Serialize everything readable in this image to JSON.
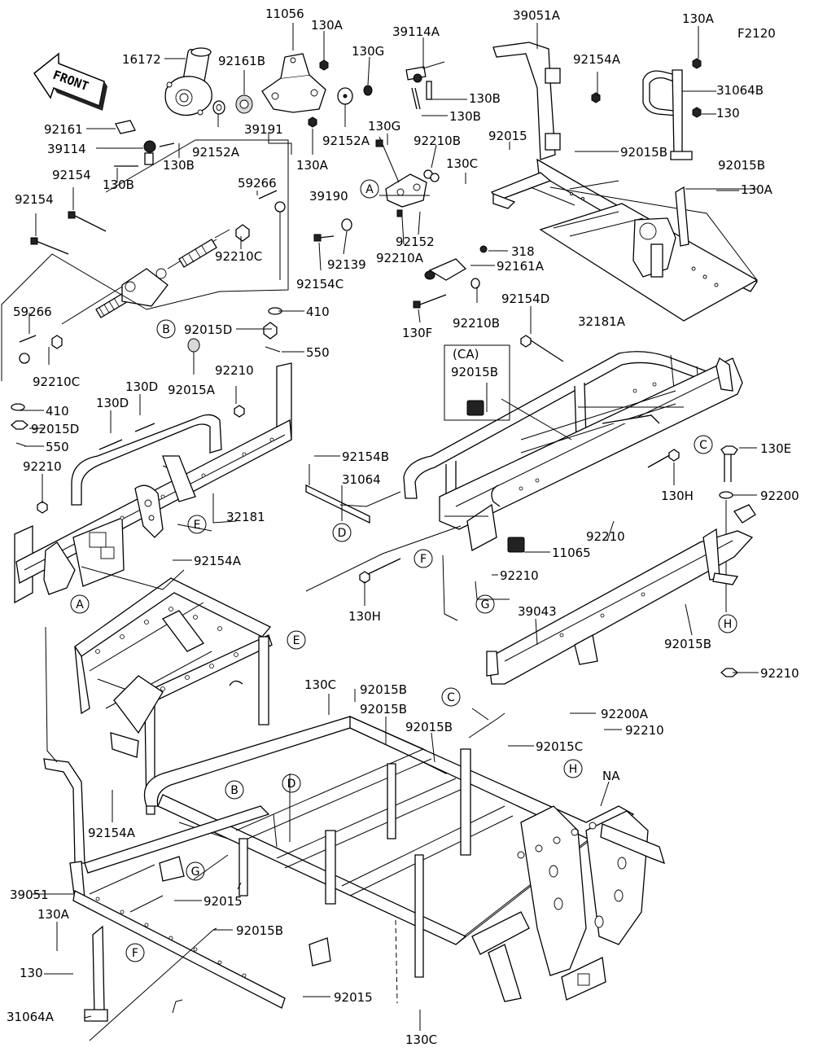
{
  "diagram": {
    "code": "F2120",
    "front_label": "FRONT",
    "part_labels": {
      "l11056": "11056",
      "l130A_1": "130A",
      "l39114A": "39114A",
      "l39051A": "39051A",
      "l130A_2": "130A",
      "l16172": "16172",
      "l92161B": "92161B",
      "l130G_1": "130G",
      "l92154A_1": "92154A",
      "l31064B": "31064B",
      "l130_1": "130",
      "l130B_1": "130B",
      "l130B_2": "130B",
      "l92161": "92161",
      "l92152A_1": "92152A",
      "l92152A_2": "92152A",
      "l130A_3": "130A",
      "l39114": "39114",
      "l130B_3": "130B",
      "l130B_4": "130B",
      "l39191": "39191",
      "l130G_2": "130G",
      "l92210B_1": "92210B",
      "l92015_1": "92015",
      "l92015B_1": "92015B",
      "l92154_1": "92154",
      "l92154_2": "92154",
      "l130C_1": "130C",
      "l92015B_2": "92015B",
      "l130A_4": "130A",
      "l59266_1": "59266",
      "l39190": "39190",
      "l92210C_1": "92210C",
      "l92152": "92152",
      "l318": "318",
      "l92139": "92139",
      "l92210A": "92210A",
      "l92161A": "92161A",
      "l92154C": "92154C",
      "l410_1": "410",
      "l92210B_2": "92210B",
      "l59266_2": "59266",
      "l92015D_1": "92015D",
      "l550_1": "550",
      "l92154D": "92154D",
      "l32181A": "32181A",
      "l130F": "130F",
      "l92210C_2": "92210C",
      "l92015A": "92015A",
      "lCA": "(CA)",
      "l92015B_3": "92015B",
      "l92210_1": "92210",
      "l130D_1": "130D",
      "l130D_2": "130D",
      "l410_2": "410",
      "l92015D_2": "92015D",
      "l550_2": "550",
      "l92210_2": "92210",
      "l130E": "130E",
      "l92154B": "92154B",
      "l31064": "31064",
      "l92200": "92200",
      "l32181": "32181",
      "l130H_1": "130H",
      "l92210_3": "92210",
      "l11065": "11065",
      "l92154A_2": "92154A",
      "l92210_4": "92210",
      "l130H_2": "130H",
      "l39043": "39043",
      "l92015B_4": "92015B",
      "l92210_5": "92210",
      "l130C_2": "130C",
      "l92015B_5": "92015B",
      "l92200A": "92200A",
      "l92015B_6": "92015B",
      "l92210_6": "92210",
      "l92015B_7": "92015B",
      "l92015C": "92015C",
      "lNA": "NA",
      "l92154A_3": "92154A",
      "l39051": "39051",
      "l92015_2": "92015",
      "l130A_5": "130A",
      "l92015B_8": "92015B",
      "l130_2": "130",
      "l92015_3": "92015",
      "l31064A": "31064A",
      "l130C_3": "130C"
    },
    "callouts": {
      "A1": "A",
      "B1": "B",
      "A2": "A",
      "E1": "E",
      "E2": "E",
      "D1": "D",
      "F1": "F",
      "G1": "G",
      "C1": "C",
      "H1": "H",
      "B2": "B",
      "C2": "C",
      "D2": "D",
      "H2": "H",
      "G2": "G",
      "F2": "F"
    }
  }
}
